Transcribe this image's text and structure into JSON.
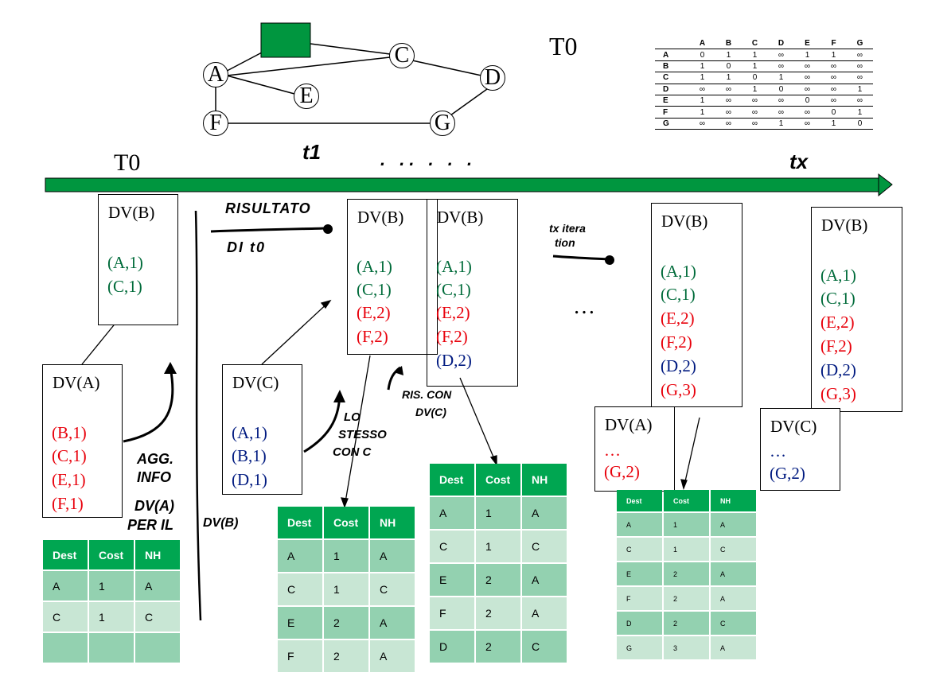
{
  "graph": {
    "nodes": {
      "A": "A",
      "C": "C",
      "D": "D",
      "E": "E",
      "F": "F",
      "G": "G"
    },
    "router_color": "#00963f"
  },
  "title_right": "T0",
  "matrix": {
    "headers": [
      "",
      "A",
      "B",
      "C",
      "D",
      "E",
      "F",
      "G"
    ],
    "rows": [
      [
        "A",
        "0",
        "1",
        "1",
        "∞",
        "1",
        "1",
        "∞"
      ],
      [
        "B",
        "1",
        "0",
        "1",
        "∞",
        "∞",
        "∞",
        "∞"
      ],
      [
        "C",
        "1",
        "1",
        "0",
        "1",
        "∞",
        "∞",
        "∞"
      ],
      [
        "D",
        "∞",
        "∞",
        "1",
        "0",
        "∞",
        "∞",
        "1"
      ],
      [
        "E",
        "1",
        "∞",
        "∞",
        "∞",
        "0",
        "∞",
        "∞"
      ],
      [
        "F",
        "1",
        "∞",
        "∞",
        "∞",
        "∞",
        "0",
        "1"
      ],
      [
        "G",
        "∞",
        "∞",
        "∞",
        "1",
        "∞",
        "1",
        "0"
      ]
    ]
  },
  "timeline": {
    "label_t0": "T0",
    "hand_t1": "t1",
    "dots": ". .. . . .",
    "hand_tx": "tx",
    "color": "#00963f"
  },
  "notes": {
    "risultato": "RISULTATO",
    "di_t0": "DI t0",
    "tx_iteration_1": "tx itera",
    "tx_iteration_2": "tion",
    "agg_info_1": "AGG.",
    "agg_info_2": "INFO",
    "dv_a_per_il_1": "DV(A)",
    "dv_a_per_il_2": "PER IL",
    "dv_b_hand": "DV(B)",
    "lo_stesso_1": "LO",
    "lo_stesso_2": "STESSO",
    "lo_stesso_3": "CON C",
    "ris_con_1": "RIS. CON",
    "ris_con_2": "DV(C)",
    "ellipsis": "…"
  },
  "dv_boxes": {
    "b1": {
      "title": "DV(B)",
      "entries": [
        "(A,1)",
        "(C,1)"
      ]
    },
    "a1": {
      "title": "DV(A)",
      "entries": [
        "(B,1)",
        "(C,1)",
        "(E,1)",
        "(F,1)"
      ]
    },
    "c1": {
      "title": "DV(C)",
      "entries": [
        "(A,1)",
        "(B,1)",
        "(D,1)"
      ]
    },
    "b2": {
      "title": "DV(B)",
      "entries": [
        "(A,1)",
        "(C,1)",
        "(E,2)",
        "(F,2)"
      ]
    },
    "b3": {
      "title": "DV(B)",
      "entries": [
        "(A,1)",
        "(C,1)",
        "(E,2)",
        "(F,2)",
        "(D,2)"
      ]
    },
    "b4": {
      "title": "DV(B)",
      "entries": [
        "(A,1)",
        "(C,1)",
        "(E,2)",
        "(F,2)",
        "(D,2)",
        "(G,3)"
      ]
    },
    "a2": {
      "title": "DV(A)",
      "entries": [
        "…",
        "(G,2)"
      ]
    },
    "b5": {
      "title": "DV(B)",
      "entries": [
        "(A,1)",
        "(C,1)",
        "(E,2)",
        "(F,2)",
        "(D,2)",
        "(G,3)"
      ]
    },
    "c2": {
      "title": "DV(C)",
      "entries": [
        "…",
        "(G,2)"
      ]
    }
  },
  "routing_tables": {
    "headers": [
      "Dest",
      "Cost",
      "NH"
    ],
    "t1": [
      [
        "A",
        "1",
        "A"
      ],
      [
        "C",
        "1",
        "C"
      ],
      [
        "",
        "",
        ""
      ]
    ],
    "t2": [
      [
        "A",
        "1",
        "A"
      ],
      [
        "C",
        "1",
        "C"
      ],
      [
        "E",
        "2",
        "A"
      ],
      [
        "F",
        "2",
        "A"
      ]
    ],
    "t3": [
      [
        "A",
        "1",
        "A"
      ],
      [
        "C",
        "1",
        "C"
      ],
      [
        "E",
        "2",
        "A"
      ],
      [
        "F",
        "2",
        "A"
      ],
      [
        "D",
        "2",
        "C"
      ]
    ],
    "t4": [
      [
        "A",
        "1",
        "A"
      ],
      [
        "C",
        "1",
        "C"
      ],
      [
        "E",
        "2",
        "A"
      ],
      [
        "F",
        "2",
        "A"
      ],
      [
        "D",
        "2",
        "C"
      ],
      [
        "G",
        "3",
        "A"
      ]
    ]
  },
  "colors": {
    "green": "#006b3a",
    "red": "#e8000b",
    "blue": "#001a80",
    "header": "#00a651",
    "row_dark": "#93d1b0",
    "row_light": "#c8e6d4"
  }
}
